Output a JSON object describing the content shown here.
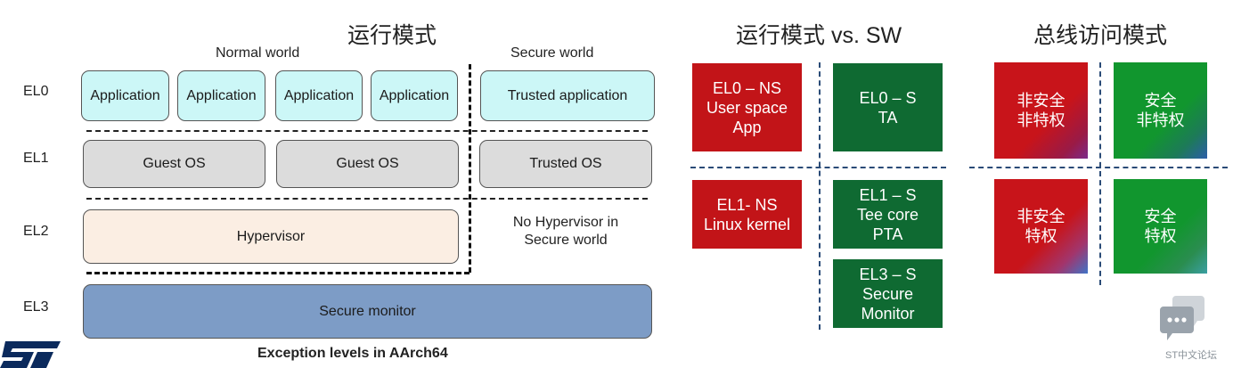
{
  "left": {
    "title": "运行模式",
    "normal_world": "Normal world",
    "secure_world": "Secure world",
    "levels": [
      "EL0",
      "EL1",
      "EL2",
      "EL3"
    ],
    "applications": [
      "Application",
      "Application",
      "Application",
      "Application"
    ],
    "trusted_application": "Trusted application",
    "guest_os": [
      "Guest OS",
      "Guest OS"
    ],
    "trusted_os": "Trusted OS",
    "hypervisor": "Hypervisor",
    "no_hypervisor_line1": "No Hypervisor in",
    "no_hypervisor_line2": "Secure world",
    "secure_monitor": "Secure monitor",
    "caption": "Exception levels in AArch64"
  },
  "middle": {
    "title": "运行模式 vs. SW",
    "tiles": [
      {
        "lines": [
          "EL0 – NS",
          "User space",
          "App"
        ],
        "color": "#c21418"
      },
      {
        "lines": [
          "EL0 – S",
          "TA"
        ],
        "color": "#0f6a32"
      },
      {
        "lines": [
          "EL1- NS",
          "Linux kernel"
        ],
        "color": "#c21418"
      },
      {
        "lines": [
          "EL1 – S",
          "Tee core",
          "PTA"
        ],
        "color": "#0f6a32"
      },
      {
        "lines": [
          "EL3 – S",
          "Secure",
          "Monitor"
        ],
        "color": "#0f6a32"
      }
    ]
  },
  "right": {
    "title": "总线访问模式",
    "tiles": [
      {
        "lines": [
          "非安全",
          "非特权"
        ]
      },
      {
        "lines": [
          "安全",
          "非特权"
        ]
      },
      {
        "lines": [
          "非安全",
          "特权"
        ]
      },
      {
        "lines": [
          "安全",
          "特权"
        ]
      }
    ]
  },
  "watermark": {
    "text": "ST中文论坛",
    "icon": "chat-bubbles-icon"
  },
  "logo": {
    "icon": "st-logo-icon"
  }
}
